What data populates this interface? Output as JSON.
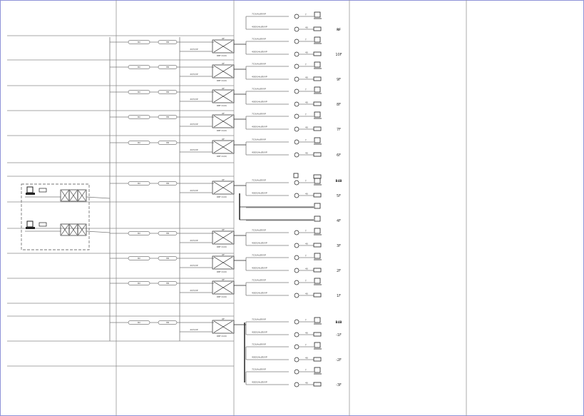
{
  "diagram": {
    "colors": {
      "border": "#8f93d8",
      "line": "#7a7a7a",
      "dark_line": "#222222",
      "text": "#333333",
      "dash": "#777777"
    },
    "cable_labels": {
      "top": "7CX(4x)RVVP",
      "bottom": "40EX(4x)RVVP",
      "riser": "2X(5)VP"
    },
    "device_labels": {
      "switch": "OF",
      "cabinet": "DBF 21(0)",
      "meter": "BX",
      "box": "HB",
      "t_mark": "T",
      "q_mark": "40"
    },
    "floors": [
      {
        "label": "RF",
        "devices": "double"
      },
      {
        "label": "10F",
        "devices": "full"
      },
      {
        "label": "9F",
        "devices": "full"
      },
      {
        "label": "8F",
        "devices": "full"
      },
      {
        "label": "7F",
        "devices": "full"
      },
      {
        "label": "6F",
        "devices": "full"
      },
      {
        "label": "B4B",
        "devices": "pair"
      },
      {
        "label": "5F",
        "devices": "full"
      },
      {
        "label": "4F",
        "devices": "spare"
      },
      {
        "label": "3F",
        "devices": "full"
      },
      {
        "label": "2F",
        "devices": "full"
      },
      {
        "label": "1F",
        "devices": "full"
      },
      {
        "label": "B4B",
        "devices": "none"
      },
      {
        "label": "-1F",
        "devices": "full"
      },
      {
        "label": "-2F",
        "devices": "full"
      },
      {
        "label": "-3F",
        "devices": "full"
      }
    ]
  }
}
